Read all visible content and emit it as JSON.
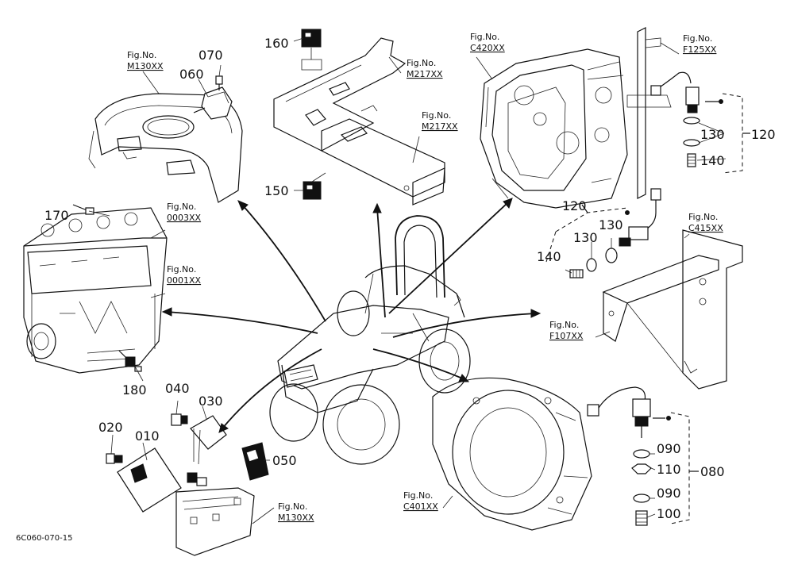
{
  "figure_code": "6C060-070-15",
  "fig_refs": {
    "m130_top": "Fig.No.\nM130XX",
    "m217_upper": "Fig.No.\nM217XX",
    "m217_lower": "Fig.No.\nM217XX",
    "c420": "Fig.No.\nC420XX",
    "f125": "Fig.No.\nF125XX",
    "p0003": "Fig.No.\n0003XX",
    "p0001": "Fig.No.\n0001XX",
    "c415": "Fig.No.\nC415XX",
    "f107": "Fig.No.\nF107XX",
    "m130_bottom": "Fig.No.\nM130XX",
    "c401": "Fig.No.\nC401XX"
  },
  "parts": {
    "p010": "010",
    "p020": "020",
    "p030": "030",
    "p040": "040",
    "p050": "050",
    "p060": "060",
    "p070": "070",
    "p080": "080",
    "p090a": "090",
    "p090b": "090",
    "p100": "100",
    "p110": "110",
    "p120a": "120",
    "p120b": "120",
    "p130a": "130",
    "p130b": "130",
    "p130c": "130",
    "p140a": "140",
    "p140b": "140",
    "p150": "150",
    "p160": "160",
    "p170": "170",
    "p180": "180"
  }
}
